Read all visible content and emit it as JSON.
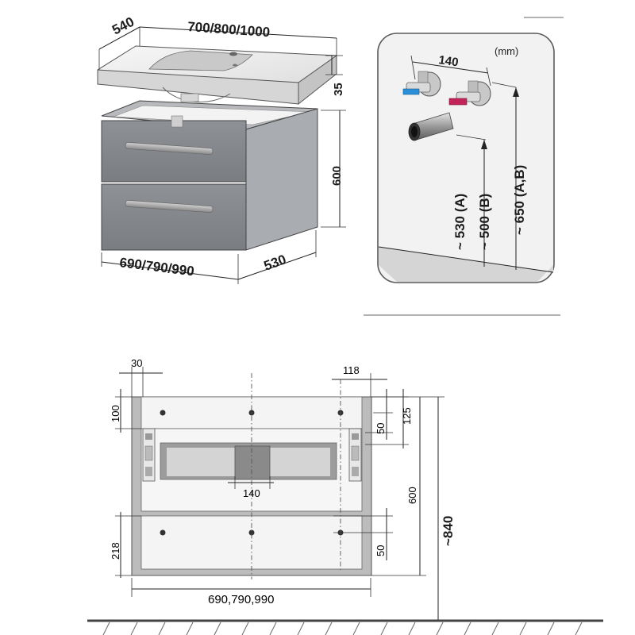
{
  "unit_label": "(mm)",
  "top_view": {
    "basin_depth": "540",
    "basin_width": "700/800/1000",
    "basin_height": "35",
    "cabinet_height": "600",
    "cabinet_width": "690/790/990",
    "cabinet_depth": "530"
  },
  "wall_detail": {
    "tap_spacing": "140",
    "height_a": "~ 530 (A)",
    "height_b": "~ 500 (B)",
    "height_ab": "~ 650 (A,B)"
  },
  "front_view": {
    "side_offset": "30",
    "hole_offset": "118",
    "top_hole_height": "100",
    "hole_spacing_upper": "125",
    "hole_gap_upper": "50",
    "center_spacing": "140",
    "cabinet_height": "600",
    "bottom_hole_height": "218",
    "hole_gap_lower": "50",
    "total_height": "~840",
    "width": "690,790,990"
  }
}
